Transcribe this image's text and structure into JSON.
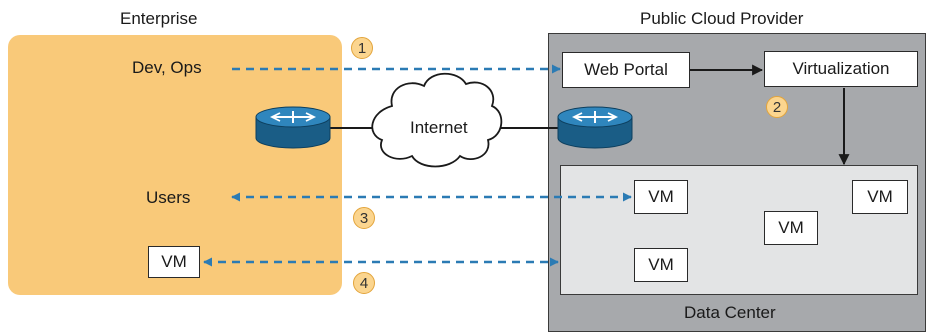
{
  "enterprise": {
    "title": "Enterprise",
    "dev_ops": "Dev, Ops",
    "users": "Users",
    "vm": "VM"
  },
  "internet": {
    "label": "Internet"
  },
  "provider": {
    "title": "Public Cloud Provider",
    "web_portal": "Web Portal",
    "virtualization": "Virtualization",
    "data_center": {
      "label": "Data Center",
      "vms": [
        "VM",
        "VM",
        "VM",
        "VM"
      ]
    }
  },
  "steps": [
    "1",
    "2",
    "3",
    "4"
  ],
  "colors": {
    "enterprise_fill": "#f9c979",
    "cloud_fill": "#a7a9ac",
    "datacenter_fill": "#e3e4e5",
    "arrow_blue": "#2b7bb4",
    "router_blue": "#1f6f9f",
    "step_fill": "#fbd58f"
  }
}
